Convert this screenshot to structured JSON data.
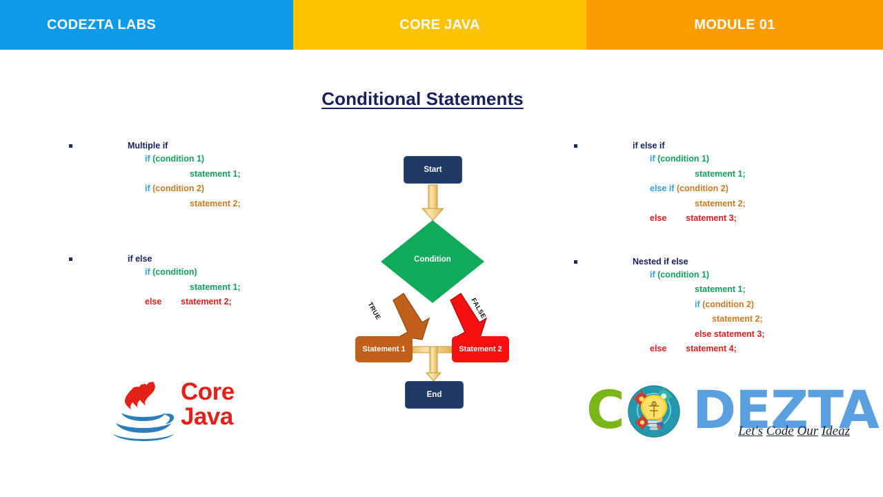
{
  "header": {
    "left_label": "CODEZTA LABS",
    "center_label": "CORE JAVA",
    "right_label": "MODULE 01",
    "colors": {
      "left_bg": "#0d9ae8",
      "center_bg": "#fdc300",
      "right_bg": "#fb9d01",
      "text": "#ffffff"
    }
  },
  "slide": {
    "title": "Conditional Statements",
    "title_color": "#15205c"
  },
  "palette": {
    "keyword_if": "#2aa3dd",
    "keyword_else": "#e01b1b",
    "green": "#13a05c",
    "orange": "#cc7a22",
    "red": "#e01b1b",
    "navy": "#1f3864",
    "diamond_green": "#13a05c",
    "statement1_brown": "#c1601a",
    "statement2_red": "#f80f0f",
    "connector_yellow": "#f5d178"
  },
  "left_column": {
    "blocks": [
      {
        "heading": "Multiple if",
        "lines": [
          {
            "indent": 110,
            "parts": [
              {
                "t": "if ",
                "c": "kw-if"
              },
              {
                "t": "(condition 1)",
                "c": "cond-green"
              }
            ]
          },
          {
            "indent": 175,
            "parts": [
              {
                "t": "statement 1;",
                "c": "st-green"
              }
            ]
          },
          {
            "indent": 110,
            "parts": [
              {
                "t": "if ",
                "c": "kw-if"
              },
              {
                "t": "(condition 2)",
                "c": "cond-org"
              }
            ]
          },
          {
            "indent": 175,
            "parts": [
              {
                "t": "statement 2;",
                "c": "st-org"
              }
            ]
          }
        ]
      },
      {
        "heading": "if else",
        "lines": [
          {
            "indent": 110,
            "parts": [
              {
                "t": "if ",
                "c": "kw-if"
              },
              {
                "t": "(condition)",
                "c": "cond-green"
              }
            ]
          },
          {
            "indent": 175,
            "parts": [
              {
                "t": "statement 1;",
                "c": "st-green"
              }
            ]
          },
          {
            "indent": 110,
            "parts": [
              {
                "t": "else",
                "c": "kw-else"
              },
              {
                "t": "        ",
                "c": ""
              },
              {
                "t": "statement 2;",
                "c": "st-red"
              }
            ]
          }
        ]
      }
    ]
  },
  "right_column": {
    "blocks": [
      {
        "heading": "if else if",
        "lines": [
          {
            "indent": 110,
            "parts": [
              {
                "t": "if ",
                "c": "kw-if"
              },
              {
                "t": "(condition 1)",
                "c": "cond-green"
              }
            ]
          },
          {
            "indent": 175,
            "parts": [
              {
                "t": "statement 1;",
                "c": "st-green"
              }
            ]
          },
          {
            "indent": 110,
            "parts": [
              {
                "t": "else if ",
                "c": "kw-if"
              },
              {
                "t": "(condition 2)",
                "c": "cond-org"
              }
            ]
          },
          {
            "indent": 175,
            "parts": [
              {
                "t": "statement 2;",
                "c": "st-org"
              }
            ]
          },
          {
            "indent": 110,
            "parts": [
              {
                "t": "else",
                "c": "kw-else"
              },
              {
                "t": "        ",
                "c": ""
              },
              {
                "t": "statement 3;",
                "c": "st-red"
              }
            ]
          }
        ]
      },
      {
        "heading": "Nested if else",
        "lines": [
          {
            "indent": 110,
            "parts": [
              {
                "t": "if ",
                "c": "kw-if"
              },
              {
                "t": "(condition 1)",
                "c": "cond-green"
              }
            ]
          },
          {
            "indent": 175,
            "parts": [
              {
                "t": "statement 1;",
                "c": "st-green"
              }
            ]
          },
          {
            "indent": 175,
            "parts": [
              {
                "t": "if ",
                "c": "kw-if"
              },
              {
                "t": "(condition 2)",
                "c": "cond-org"
              }
            ]
          },
          {
            "indent": 200,
            "parts": [
              {
                "t": "statement 2;",
                "c": "st-org"
              }
            ]
          },
          {
            "indent": 175,
            "parts": [
              {
                "t": "else statement 3;",
                "c": "st-red"
              }
            ]
          },
          {
            "indent": 110,
            "parts": [
              {
                "t": "else",
                "c": "kw-else"
              },
              {
                "t": "        ",
                "c": ""
              },
              {
                "t": "statement 4;",
                "c": "st-red"
              }
            ]
          }
        ]
      }
    ]
  },
  "flowchart": {
    "start_label": "Start",
    "condition_label": "Condition",
    "statement1_label": "Statement 1",
    "statement2_label": "Statement 2",
    "end_label": "End",
    "true_label": "TRUE",
    "false_label": "FALSE"
  },
  "java_logo": {
    "line1": "Core",
    "line2": "Java",
    "color": "#e32119"
  },
  "codezta_logo": {
    "letter_c": "C",
    "rest": "DEZTA",
    "tagline_words": [
      "Let's",
      "Code",
      "Our",
      "Ideaz"
    ],
    "green": "#7cb518",
    "blue": "#5aa0e0"
  }
}
